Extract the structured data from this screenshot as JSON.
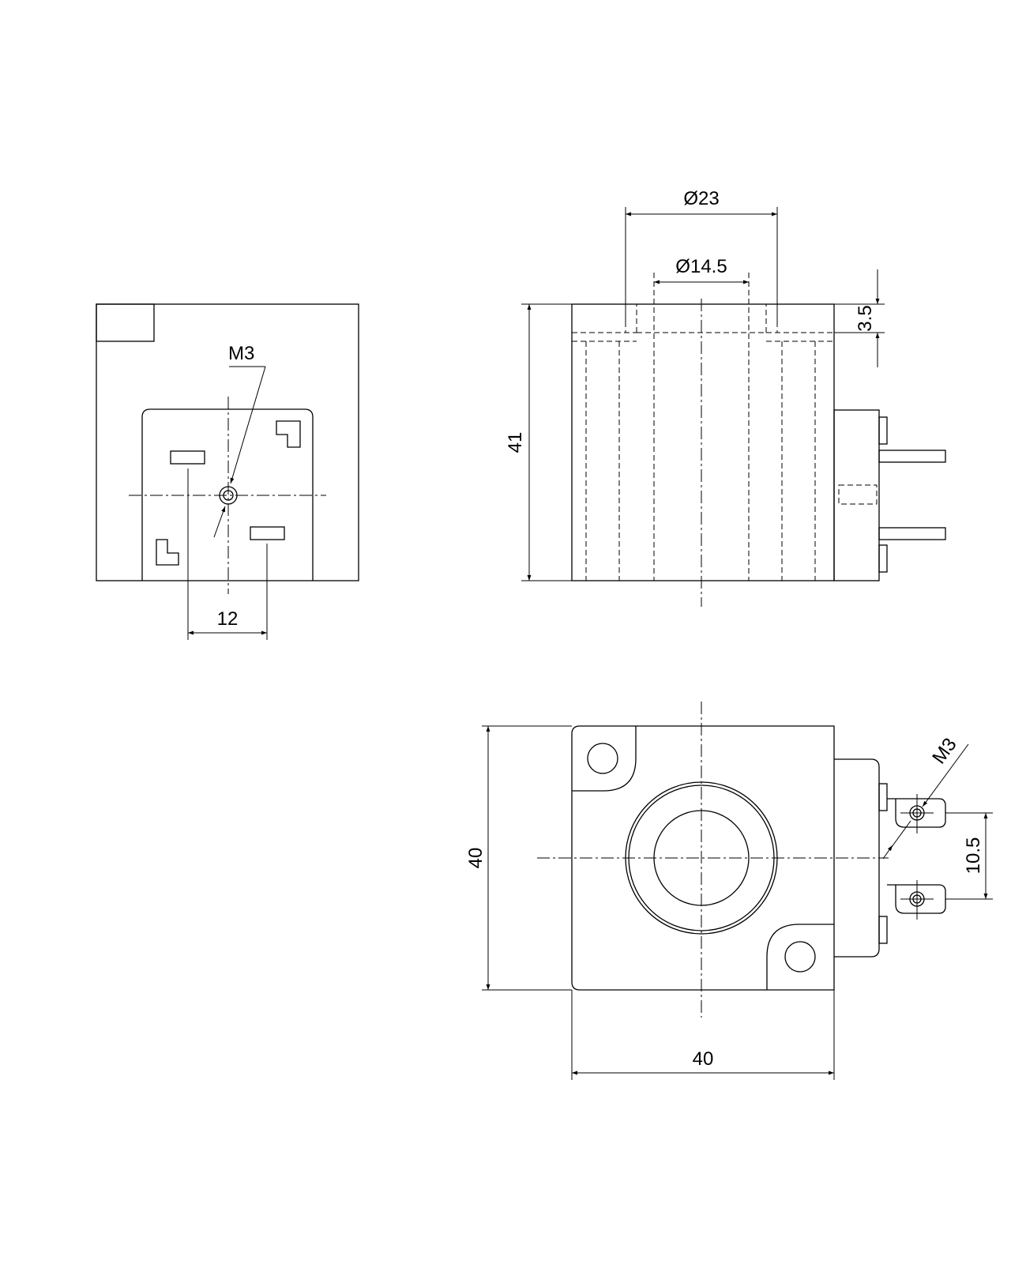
{
  "drawing": {
    "front_view": {
      "thread_label": "M3",
      "pin_spacing": "12"
    },
    "side_view": {
      "outer_diameter": "Ø23",
      "inner_diameter": "Ø14.5",
      "height": "41",
      "recess_depth": "3.5"
    },
    "top_view": {
      "thread_label": "M3",
      "width": "40",
      "depth": "40",
      "pin_spacing": "10.5"
    }
  }
}
